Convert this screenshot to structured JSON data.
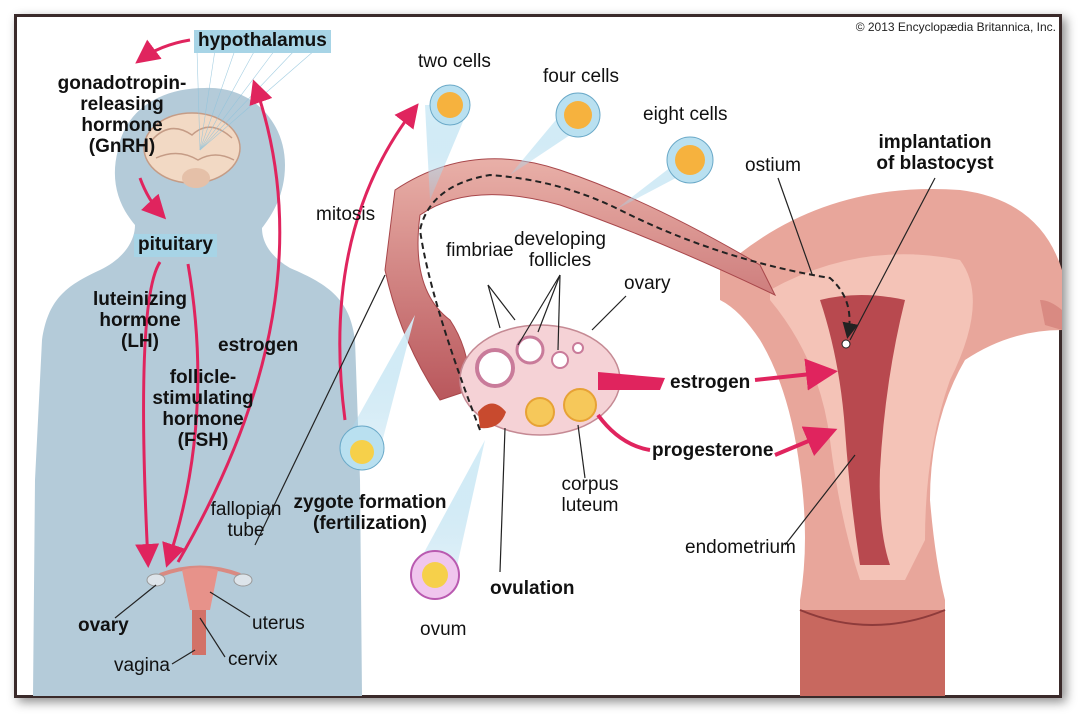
{
  "credit": "© 2013 Encyclopædia Britannica, Inc.",
  "labels": {
    "hypothalamus": "hypothalamus",
    "gnrh": [
      "gonadotropin-",
      "releasing",
      "hormone",
      "(GnRH)"
    ],
    "pituitary": "pituitary",
    "lh": [
      "luteinizing",
      "hormone",
      "(LH)"
    ],
    "fsh": [
      "follicle-",
      "stimulating",
      "hormone",
      "(FSH)"
    ],
    "estrogen_left": "estrogen",
    "fallopian_tube": [
      "fallopian",
      "tube"
    ],
    "ovary_left": "ovary",
    "uterus": "uterus",
    "vagina": "vagina",
    "cervix": "cervix",
    "two_cells": "two cells",
    "four_cells": "four cells",
    "eight_cells": "eight cells",
    "mitosis": "mitosis",
    "fimbriae": "fimbriae",
    "developing_follicles": [
      "developing",
      "follicles"
    ],
    "ovary_right": "ovary",
    "ostium": "ostium",
    "implantation": [
      "implantation",
      "of blastocyst"
    ],
    "estrogen_right": "estrogen",
    "progesterone": "progesterone",
    "zygote": [
      "zygote formation",
      "(fertilization)"
    ],
    "corpus_luteum": [
      "corpus",
      "luteum"
    ],
    "ovulation": "ovulation",
    "ovum": "ovum",
    "endometrium": "endometrium"
  },
  "colors": {
    "silhouette": "#b4cbd9",
    "arrow": "#e0245e",
    "uterus_tissue": "#e8a69b",
    "uterus_dark": "#b8494f",
    "tube": "#d98a82",
    "callout": "#b9e0f0",
    "highlight": "#a7d4e6"
  }
}
